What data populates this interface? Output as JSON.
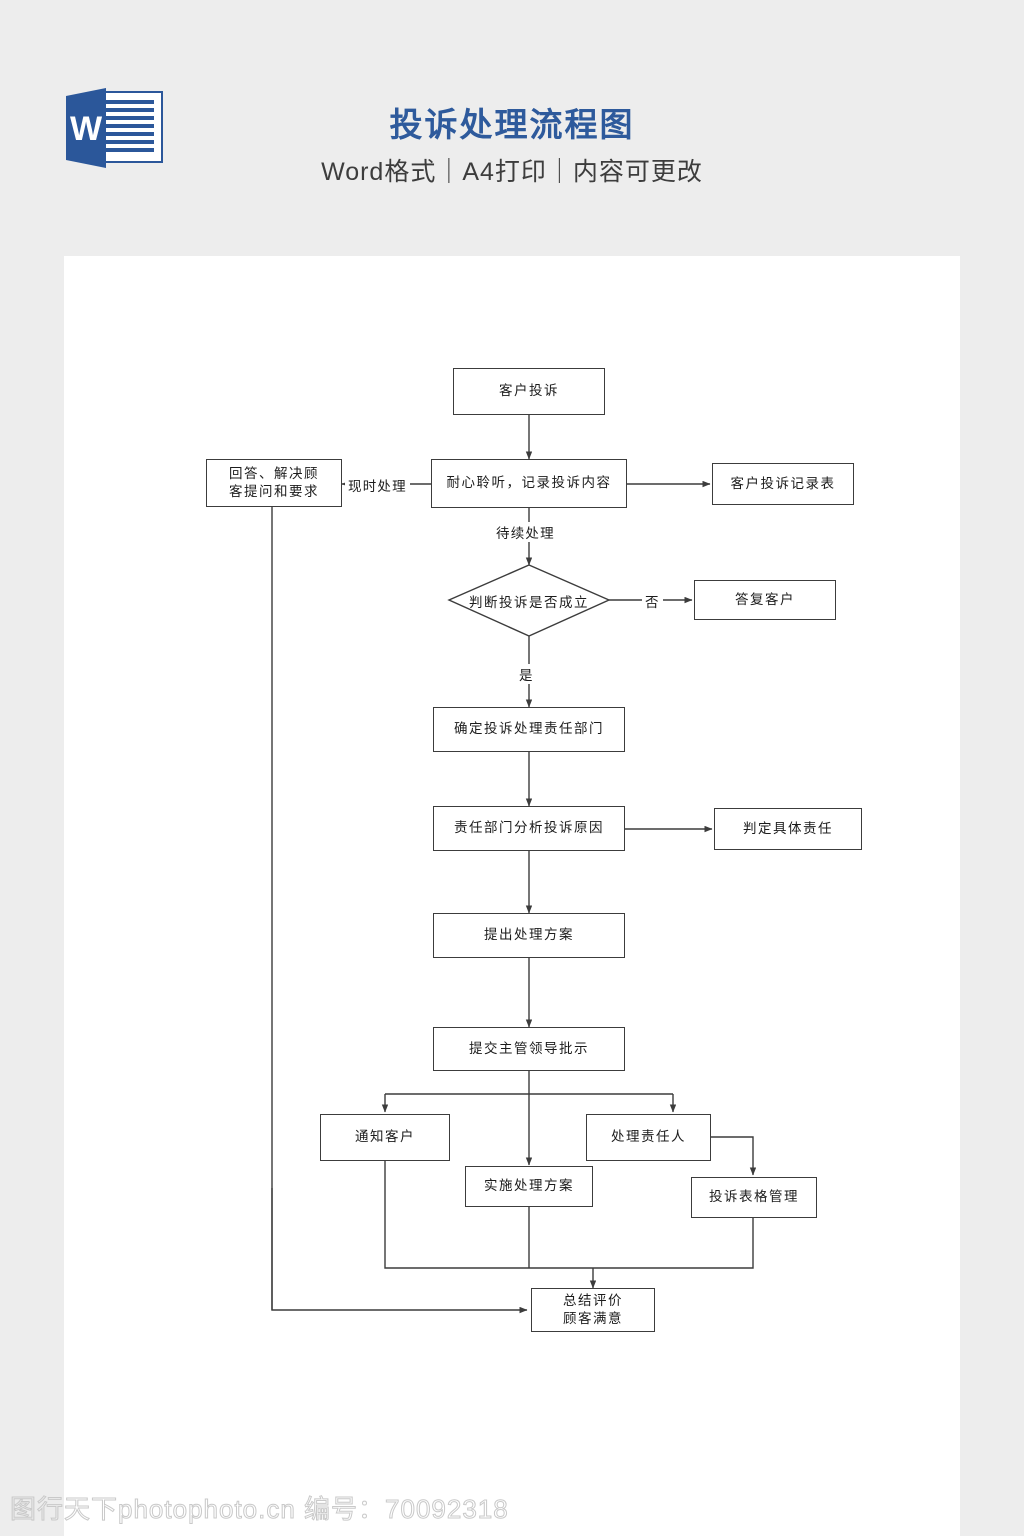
{
  "header": {
    "title": "投诉处理流程图",
    "subtitle": "Word格式｜A4打印｜内容可更改",
    "icon_name": "word-document-icon",
    "icon_letter": "W",
    "title_color": "#2e5a9c",
    "background_color": "#ededed"
  },
  "diagram": {
    "type": "flowchart",
    "line_color": "#3c3c3c",
    "paper_color": "#ffffff",
    "nodes": [
      {
        "id": "n1",
        "label": "客户投诉",
        "shape": "rect"
      },
      {
        "id": "n2",
        "label": "耐心聆听，记录投诉内容",
        "shape": "rect"
      },
      {
        "id": "n3",
        "label": "回答、解决顾\n客提问和要求",
        "line1": "回答、解决顾",
        "line2": "客提问和要求",
        "shape": "rect"
      },
      {
        "id": "n4",
        "label": "客户投诉记录表",
        "shape": "rect"
      },
      {
        "id": "n5",
        "label": "判断投诉是否成立",
        "shape": "diamond"
      },
      {
        "id": "n6",
        "label": "答复客户",
        "shape": "rect"
      },
      {
        "id": "n7",
        "label": "确定投诉处理责任部门",
        "shape": "rect"
      },
      {
        "id": "n8",
        "label": "责任部门分析投诉原因",
        "shape": "rect"
      },
      {
        "id": "n9",
        "label": "判定具体责任",
        "shape": "rect"
      },
      {
        "id": "n10",
        "label": "提出处理方案",
        "shape": "rect"
      },
      {
        "id": "n11",
        "label": "提交主管领导批示",
        "shape": "rect"
      },
      {
        "id": "n12",
        "label": "通知客户",
        "shape": "rect"
      },
      {
        "id": "n13",
        "label": "处理责任人",
        "shape": "rect"
      },
      {
        "id": "n14",
        "label": "实施处理方案",
        "shape": "rect"
      },
      {
        "id": "n15",
        "label": "投诉表格管理",
        "shape": "rect"
      },
      {
        "id": "n16",
        "label": "总结评价\n顾客满意",
        "line1": "总结评价",
        "line2": "顾客满意",
        "shape": "rect"
      }
    ],
    "edge_labels": {
      "now": "现时处理",
      "pending": "待续处理",
      "no": "否",
      "yes": "是"
    },
    "edges": [
      {
        "from": "n1",
        "to": "n2",
        "label": ""
      },
      {
        "from": "n2",
        "to": "n3",
        "label": "现时处理"
      },
      {
        "from": "n2",
        "to": "n4",
        "label": ""
      },
      {
        "from": "n2",
        "to": "n5",
        "label": "待续处理"
      },
      {
        "from": "n5",
        "to": "n6",
        "label": "否"
      },
      {
        "from": "n5",
        "to": "n7",
        "label": "是"
      },
      {
        "from": "n7",
        "to": "n8",
        "label": ""
      },
      {
        "from": "n8",
        "to": "n9",
        "label": ""
      },
      {
        "from": "n8",
        "to": "n10",
        "label": ""
      },
      {
        "from": "n10",
        "to": "n11",
        "label": ""
      },
      {
        "from": "n11",
        "to": "n12",
        "label": ""
      },
      {
        "from": "n11",
        "to": "n13",
        "label": ""
      },
      {
        "from": "n11",
        "to": "n14",
        "label": ""
      },
      {
        "from": "n13",
        "to": "n15",
        "label": ""
      },
      {
        "from": "n12",
        "to": "n16",
        "label": ""
      },
      {
        "from": "n14",
        "to": "n16",
        "label": ""
      },
      {
        "from": "n15",
        "to": "n16",
        "label": ""
      },
      {
        "from": "n3",
        "to": "n16",
        "label": ""
      }
    ]
  },
  "watermark": {
    "text": "图行天下photophoto.cn 编号：70092318"
  }
}
